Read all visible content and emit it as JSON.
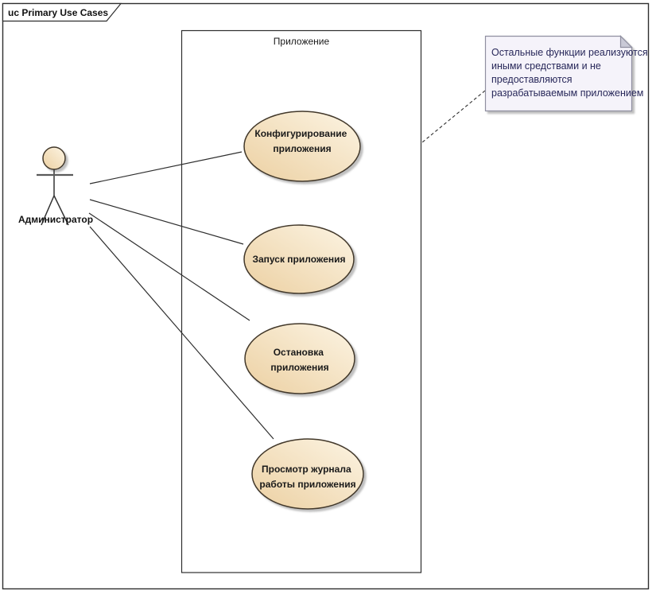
{
  "frame": {
    "label": "uc Primary Use Cases"
  },
  "boundary": {
    "label": "Приложение"
  },
  "actor": {
    "label": "Администратор"
  },
  "usecases": [
    {
      "name": "Конфигурирование приложения",
      "lines": [
        "Конфигурирование",
        "приложения"
      ]
    },
    {
      "name": "Запуск приложения",
      "lines": [
        "Запуск приложения"
      ]
    },
    {
      "name": "Остановка приложения",
      "lines": [
        "Остановка",
        "приложения"
      ]
    },
    {
      "name": "Просмотр журнала работы приложения",
      "lines": [
        "Просмотр журнала",
        "работы приложения"
      ]
    }
  ],
  "note": {
    "lines": [
      "Остальные функции реализуются",
      "иными средствами и не",
      "предоставляются",
      "разрабатываемым приложением"
    ]
  },
  "colors": {
    "frame-border": "#2e2e2e",
    "boundary-border": "#2e2e2e",
    "node-fill-light": "#fcf4e3",
    "node-fill-dark": "#ecd0a2",
    "node-border": "#42382a",
    "line-color": "#2e2e2e",
    "note-fill": "#f5f3fa",
    "note-border": "#8f8fa0",
    "note-fold": "#c9c9d6",
    "note-text": "#28285a"
  }
}
